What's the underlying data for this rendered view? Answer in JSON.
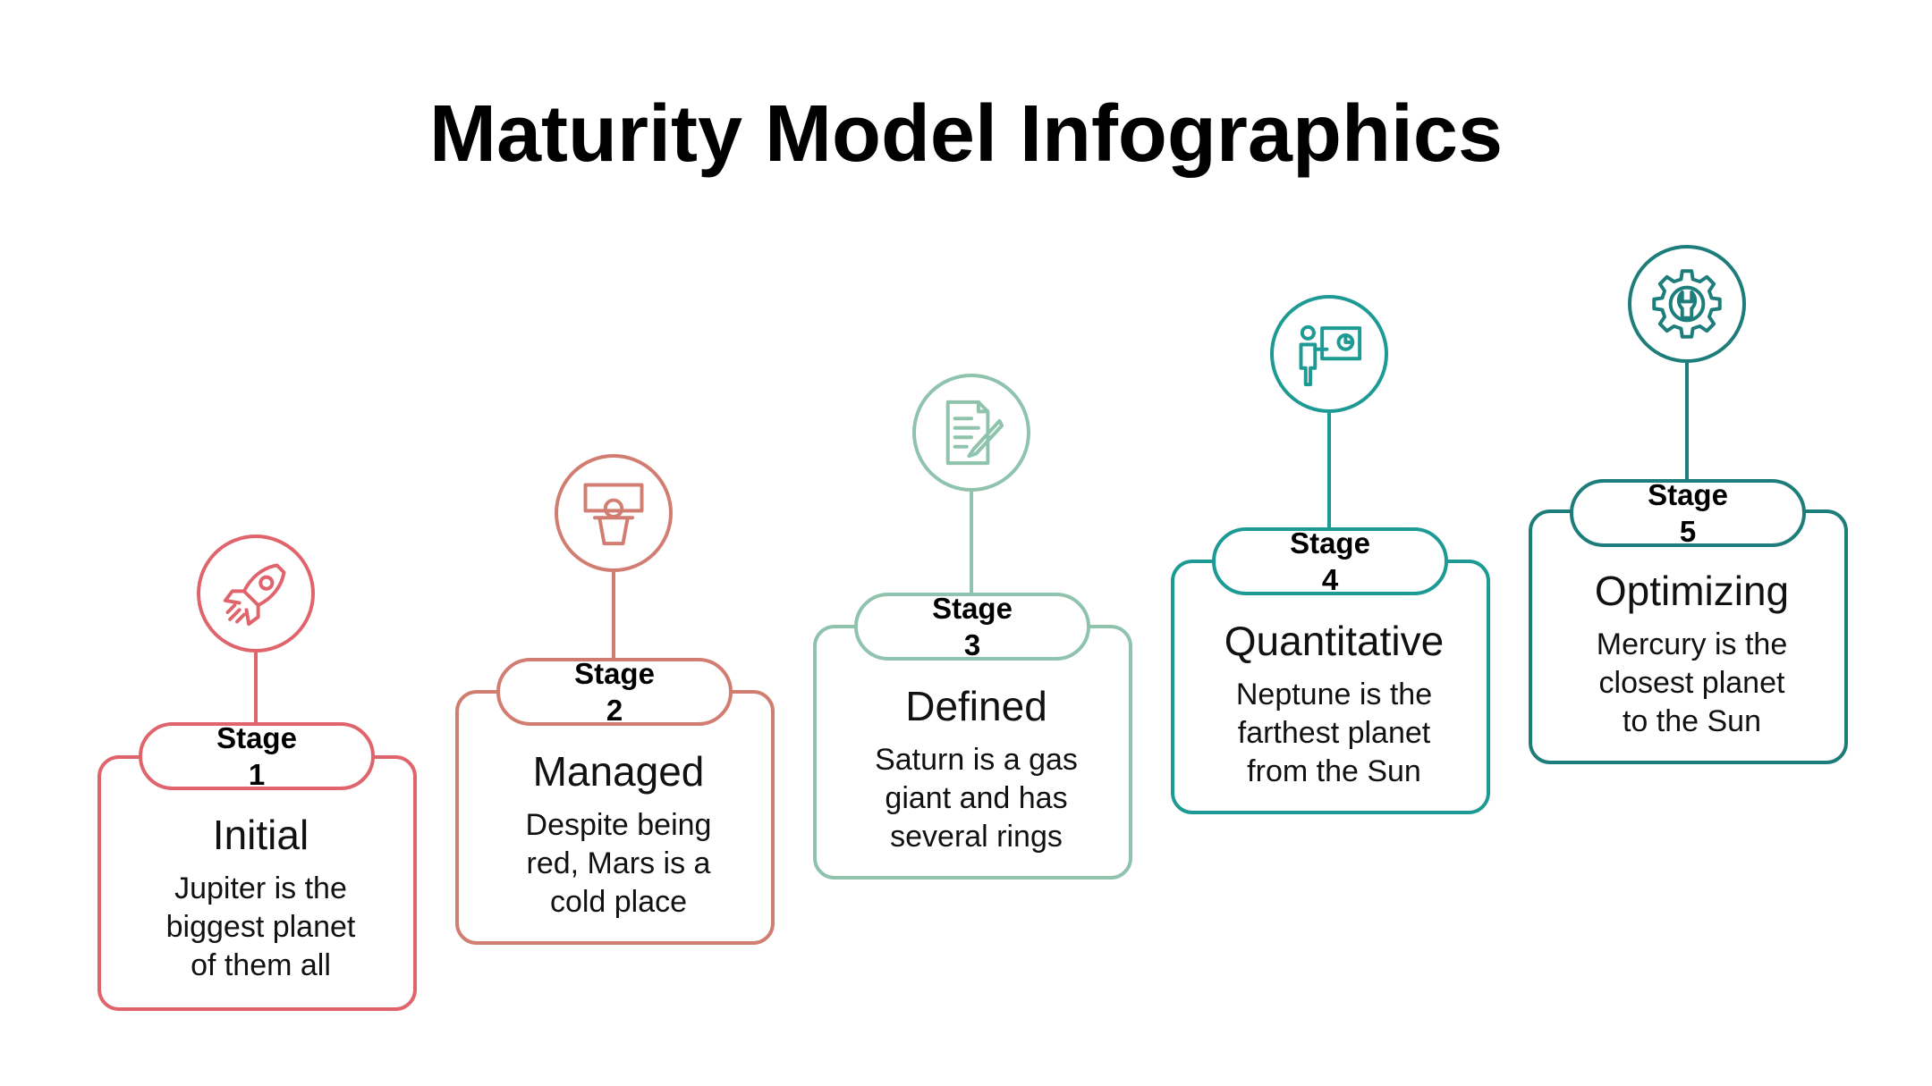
{
  "title": "Maturity Model Infographics",
  "stages": [
    {
      "label": "Stage",
      "number": "1",
      "name": "Initial",
      "desc1": "Jupiter is the",
      "desc2": "biggest planet",
      "desc3": "of them all",
      "color": "#E0646C",
      "icon": "rocket-icon"
    },
    {
      "label": "Stage",
      "number": "2",
      "name": "Managed",
      "desc1": "Despite being",
      "desc2": "red, Mars is a",
      "desc3": "cold place",
      "color": "#D27D72",
      "icon": "presenter-icon"
    },
    {
      "label": "Stage",
      "number": "3",
      "name": "Defined",
      "desc1": "Saturn is a gas",
      "desc2": "giant and has",
      "desc3": "several rings",
      "color": "#8FC3AE",
      "icon": "document-pen-icon"
    },
    {
      "label": "Stage",
      "number": "4",
      "name": "Quantitative",
      "desc1": "Neptune is the",
      "desc2": "farthest planet",
      "desc3": "from the Sun",
      "color": "#1E9A94",
      "icon": "presentation-chart-icon"
    },
    {
      "label": "Stage",
      "number": "5",
      "name": "Optimizing",
      "desc1": "Mercury is the",
      "desc2": "closest planet",
      "desc3": "to the Sun",
      "color": "#1D7D7A",
      "icon": "gear-wrench-icon"
    }
  ]
}
